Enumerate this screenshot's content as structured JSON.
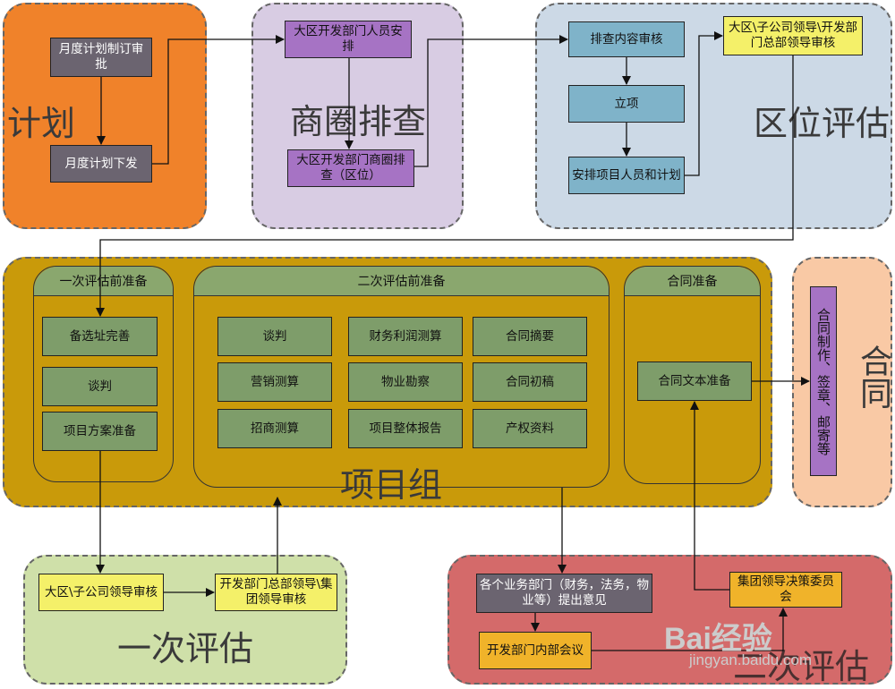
{
  "regions": {
    "plan": "计划",
    "business_circle": "商圈排查",
    "location_eval": "区位评估",
    "project_group": "项目组",
    "contract": "合同",
    "first_eval": "一次评估",
    "second_eval": "二次评估"
  },
  "plan_boxes": {
    "monthly_plan_approval": "月度计划制订审批",
    "monthly_plan_issue": "月度计划下发"
  },
  "business_boxes": {
    "staff_arrangement": "大区开发部门人员安排",
    "circle_survey": "大区开发部门商圈排查（区位）"
  },
  "location_boxes": {
    "content_review": "排查内容审核",
    "project_setup": "立项",
    "staff_plan": "安排项目人员和计划",
    "leader_review": "大区\\子公司领导\\开发部门总部领导审核"
  },
  "first_prep": {
    "header": "一次评估前准备",
    "items": [
      "备选址完善",
      "谈判",
      "项目方案准备"
    ]
  },
  "second_prep": {
    "header": "二次评估前准备",
    "items": [
      "谈判",
      "财务利润测算",
      "合同摘要",
      "营销测算",
      "物业勘察",
      "合同初稿",
      "招商测算",
      "项目整体报告",
      "产权资料"
    ]
  },
  "contract_prep": {
    "header": "合同准备",
    "item": "合同文本准备"
  },
  "contract_box": "合同制作、签章、邮寄等",
  "first_eval_boxes": {
    "regional_review": "大区\\子公司领导审核",
    "hq_review": "开发部门总部领导\\集团领导审核"
  },
  "second_eval_boxes": {
    "dept_opinions": "各个业务部门（财务，法务，物业等）提出意见",
    "committee": "集团领导决策委员会",
    "internal_meeting": "开发部门内部会议"
  },
  "watermark": {
    "brand": "Bai经验",
    "url": "jingyan.baidu.com"
  },
  "colors": {
    "plan": "#f0822a",
    "business_circle": "#d8cce3",
    "location_eval": "#ccd9e6",
    "project_group": "#c99a0a",
    "contract": "#f9c9a5",
    "first_eval": "#cfe0a9",
    "second_eval": "#d46a6a"
  }
}
